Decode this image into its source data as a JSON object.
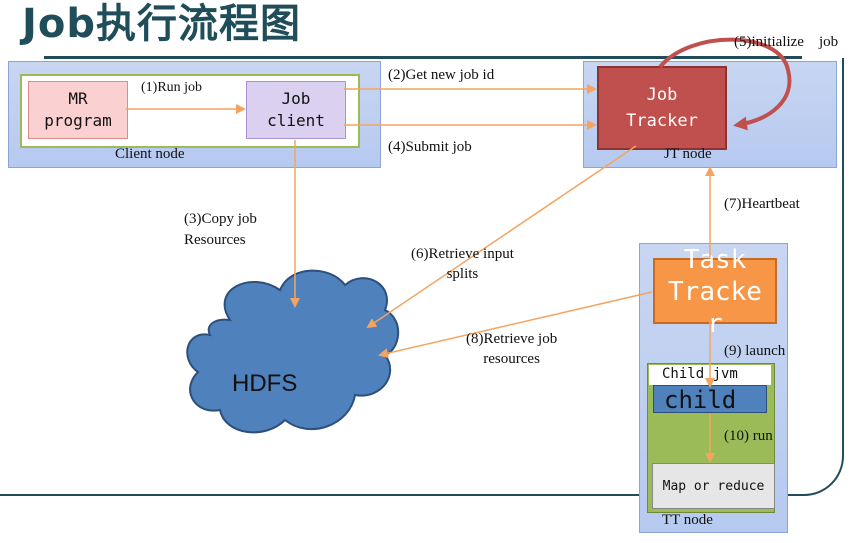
{
  "title": "Job执行流程图",
  "nodes": {
    "client_node": "Client node",
    "mr_program": [
      "MR",
      "program"
    ],
    "job_client": [
      "Job",
      "client"
    ],
    "job_tracker": [
      "Job",
      "Tracker"
    ],
    "jt_node": "JT node",
    "task_tracker": [
      "Task",
      "Tracke",
      "r"
    ],
    "tt_node": "TT node",
    "child_jvm": "Child jvm",
    "child": "child",
    "map_or_reduce": "Map or reduce",
    "hdfs": "HDFS"
  },
  "steps": {
    "s1": "(1)Run job",
    "s2": "(2)Get new job id",
    "s3": [
      "(3)Copy job",
      "Resources"
    ],
    "s4": "(4)Submit job",
    "s5": "(5)initialize    job",
    "s6": [
      "(6)Retrieve input",
      "splits"
    ],
    "s7": "(7)Heartbeat",
    "s8": [
      "(8)Retrieve job",
      "resources"
    ],
    "s9": "(9) launch",
    "s10": "(10) run"
  },
  "colors": {
    "title": "#1f4e5a",
    "arrow": "#f4a460",
    "loop_arrow": "#c0504d",
    "job_tracker": "#c0504d",
    "task_tracker": "#f79646",
    "child_jvm": "#9bbb59",
    "child": "#4f81bd",
    "hdfs": "#4f81bd"
  }
}
